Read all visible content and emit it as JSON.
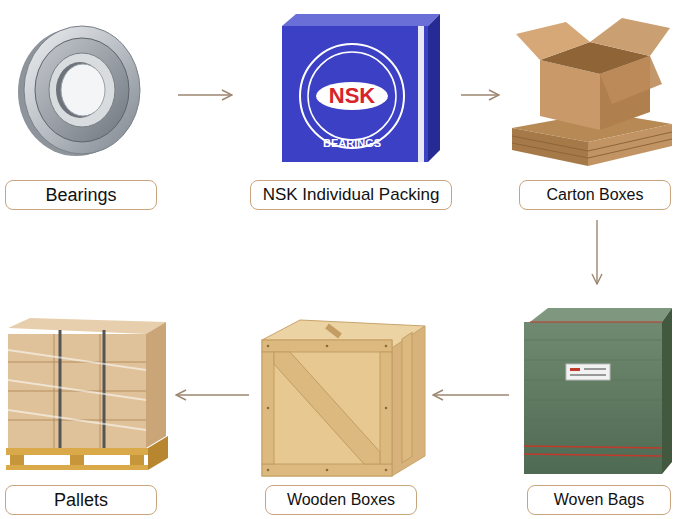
{
  "diagram": {
    "nodes": [
      {
        "text": [
          "Bearings"
        ]
      },
      {
        "text": [
          "NSK Individual Packing"
        ]
      },
      {
        "text": [
          "Carton Boxes"
        ]
      },
      {
        "text": [
          "Woven Bags"
        ]
      },
      {
        "text": [
          "Wooden Boxes"
        ]
      },
      {
        "text": [
          "Pallets"
        ]
      }
    ],
    "edges": [
      {
        "from": 0,
        "to": 1,
        "arrow": "to"
      },
      {
        "from": 1,
        "to": 2,
        "arrow": "to"
      },
      {
        "from": 2,
        "to": 3,
        "arrow": "to"
      },
      {
        "from": 3,
        "to": 4,
        "arrow": "to"
      },
      {
        "from": 4,
        "to": 5,
        "arrow": "to"
      }
    ],
    "labels": [
      "NSK",
      "BEARINGS"
    ]
  }
}
